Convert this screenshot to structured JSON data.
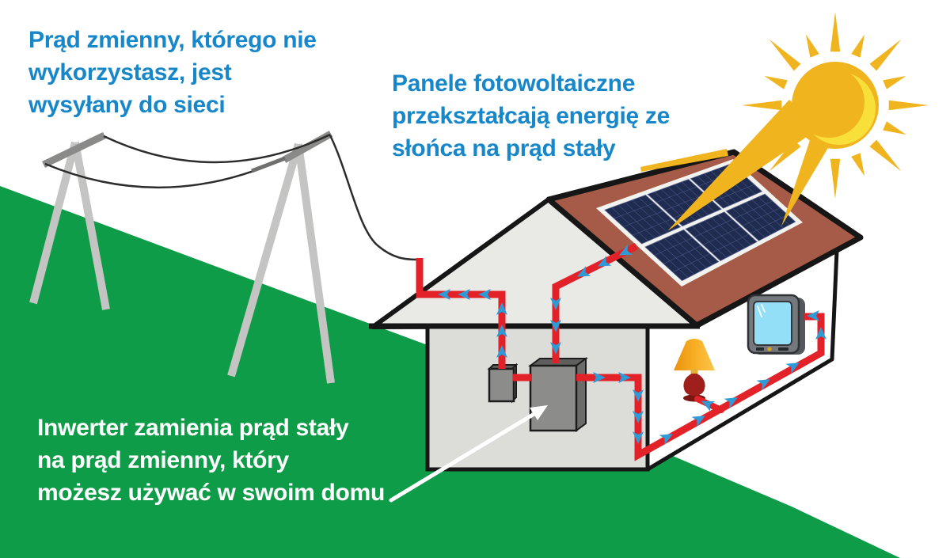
{
  "captions": {
    "grid_export": {
      "lines": [
        "Prąd zmienny, którego nie",
        "wykorzystasz, jest",
        "wysyłany do sieci"
      ]
    },
    "solar_panels": {
      "lines": [
        "Panele fotowoltaiczne",
        "przekształcają energię ze",
        "słońca na prąd stały"
      ]
    },
    "inverter": {
      "lines": [
        "Inwerter zamienia prąd stały",
        "na prąd zmienny, który",
        "możesz używać w swoim domu"
      ]
    }
  },
  "palette": {
    "caption_blue": "#1787C9",
    "caption_white": "#FFFFFF",
    "ground_green": "#0F9C49",
    "wire_red": "#E32128",
    "arrow_blue": "#2E9BD7",
    "sun_gold": "#F0B41F",
    "sun_highlight": "#F8DF3A",
    "roof_brown": "#A55B47",
    "panel_navy": "#202B50",
    "panel_frame_white": "#F2F2EF",
    "wall_light": "#DCDCD9",
    "gable_light": "#E9E9E6",
    "side_wall": "#FFFFFF",
    "outline_black": "#161616",
    "pole_gray": "#C4C4C2",
    "crossarm_gray": "#8A8A88",
    "lamp_shade_orange": "#F5A31F",
    "lamp_base_red": "#9E1F1C",
    "tv_body_gray": "#75797D",
    "tv_screen_blue": "#92DFF7",
    "box_gray": "#8C8C8A"
  }
}
